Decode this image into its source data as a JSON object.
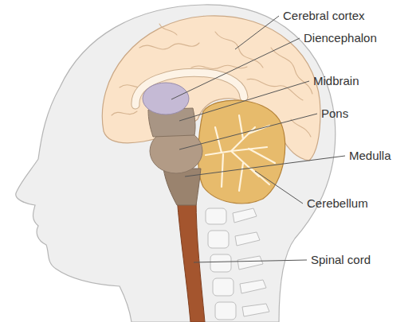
{
  "diagram": {
    "labels": [
      "Cerebral cortex",
      "Diencephalon",
      "Midbrain",
      "Pons",
      "Medulla",
      "Cerebellum",
      "Spinal cord"
    ]
  }
}
